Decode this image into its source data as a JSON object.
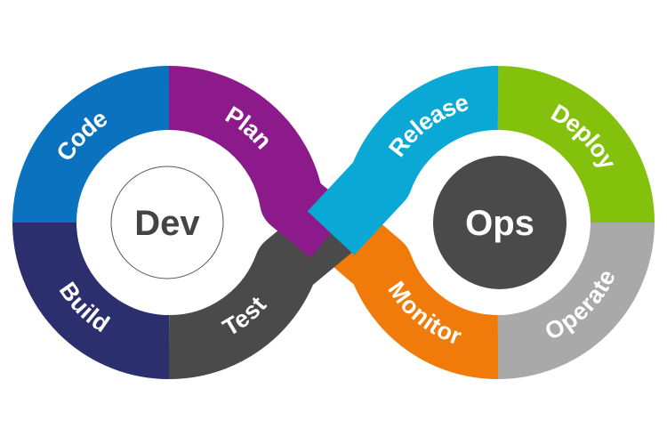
{
  "diagram": {
    "dev": {
      "label": "Dev",
      "text_color": "#444444",
      "stroke": "#555555"
    },
    "ops": {
      "label": "Ops",
      "fill": "#4a4a4a",
      "text_color": "#ffffff"
    },
    "stages": [
      {
        "label": "Code",
        "color": "#0b72c0"
      },
      {
        "label": "Plan",
        "color": "#8c1a8a"
      },
      {
        "label": "Build",
        "color": "#2c2f6e"
      },
      {
        "label": "Test",
        "color": "#4a4a4a"
      },
      {
        "label": "Release",
        "color": "#0aa8d4"
      },
      {
        "label": "Deploy",
        "color": "#84c10c"
      },
      {
        "label": "Operate",
        "color": "#a9a9a9"
      },
      {
        "label": "Monitor",
        "color": "#f07b0a"
      }
    ]
  }
}
